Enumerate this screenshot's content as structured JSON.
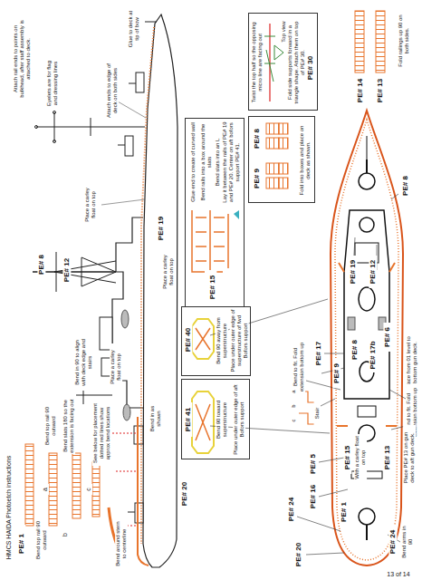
{
  "diagram": {
    "nodes": [
      {
        "text": [
          "Twist the top half so the opposing micro line are facing out",
          "Top view",
          "Fold side supports forward in a triangle shape. Attach them on top of PE# 30.",
          "PE# 30"
        ]
      },
      {
        "text": [
          "PE# 8",
          "PE# 9",
          "Fold into boxes and place on deck as shown."
        ]
      },
      {
        "text": [
          "Glue end to create of curved wall",
          "Bend rails into a box around the slats",
          "Bend slats into an L",
          "Lay it between the rails of PE# 19 and PE# 20. Center on aft bofors support PE# 41.",
          "PE# 15"
        ]
      },
      {
        "text": [
          "PE# 40",
          "Bend 90 away from superstructure",
          "Place under outer edge of superstructure of fwd Bofors support"
        ]
      },
      {
        "text": [
          "PE# 41",
          "Bend 90 toward superstructure",
          "Place under outer edge of aft Bofors support"
        ]
      }
    ],
    "labels": [
      "HMCS HAIDA Photoetch instructions",
      "Attach rail ends to points on bulkhead, after staff assembly is attached to deck.",
      "Eyelets are for flag and dressing lines",
      "Glue to deck at tip of bow",
      "PE# 8",
      "PE# 12",
      "Attach ends to edge of deck on both sides",
      "Place a carley float on top",
      "PE# 1",
      "Bend top rail 90 outward",
      "Bend top rail 90 outward",
      "Bend slats 180 so the extension is facing out",
      "a",
      "b",
      "c",
      "Bend in 90 to align with deck edge and stairs",
      "See below for placement dotted red lines show approx bend locations",
      "Place a carley float on top",
      "Bend around stern to centerline",
      "Bend in as shown",
      "Place a carley float on top",
      "PE# 19",
      "PE# 20",
      "PE# 14",
      "PE# 13",
      "Fold railings up 90 on both sides.",
      "PE# 8",
      "PE# 12",
      "PE# 19",
      "PE# 6",
      "PE# 8",
      "PE# 17b",
      "Place from 01 level to bottom gun deck.",
      "PE# 17",
      "PE# 9",
      "Bend to fit. Fold extension bottom up",
      "Stair",
      "a",
      "b",
      "c",
      "Bend to fit. Fold extension bottom up",
      "PE# 15",
      "With a carley float on top",
      "PE# 13",
      "Place PE# 13 on gun deck to aft gun deck.",
      "PE# 5",
      "PE# 16",
      "PE# 24",
      "PE# 1",
      "PE# 20",
      "PE# 24",
      "Bend arms in 90",
      "13 of 14"
    ]
  }
}
